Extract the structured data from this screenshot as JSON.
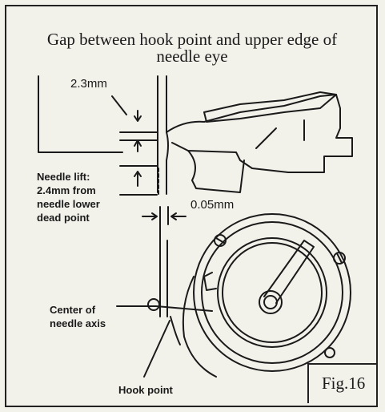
{
  "title": {
    "line1": "Gap between hook point and upper edge of",
    "line2": "needle eye"
  },
  "dimensions": {
    "eye_gap": "2.3mm",
    "hook_gap": "0.05mm"
  },
  "labels": {
    "needle_lift": [
      "Needle lift:",
      "2.4mm from",
      "needle lower",
      "dead point"
    ],
    "center_axis": [
      "Center of",
      "needle axis"
    ],
    "hook_point": "Hook point"
  },
  "figure_label": "Fig.16"
}
